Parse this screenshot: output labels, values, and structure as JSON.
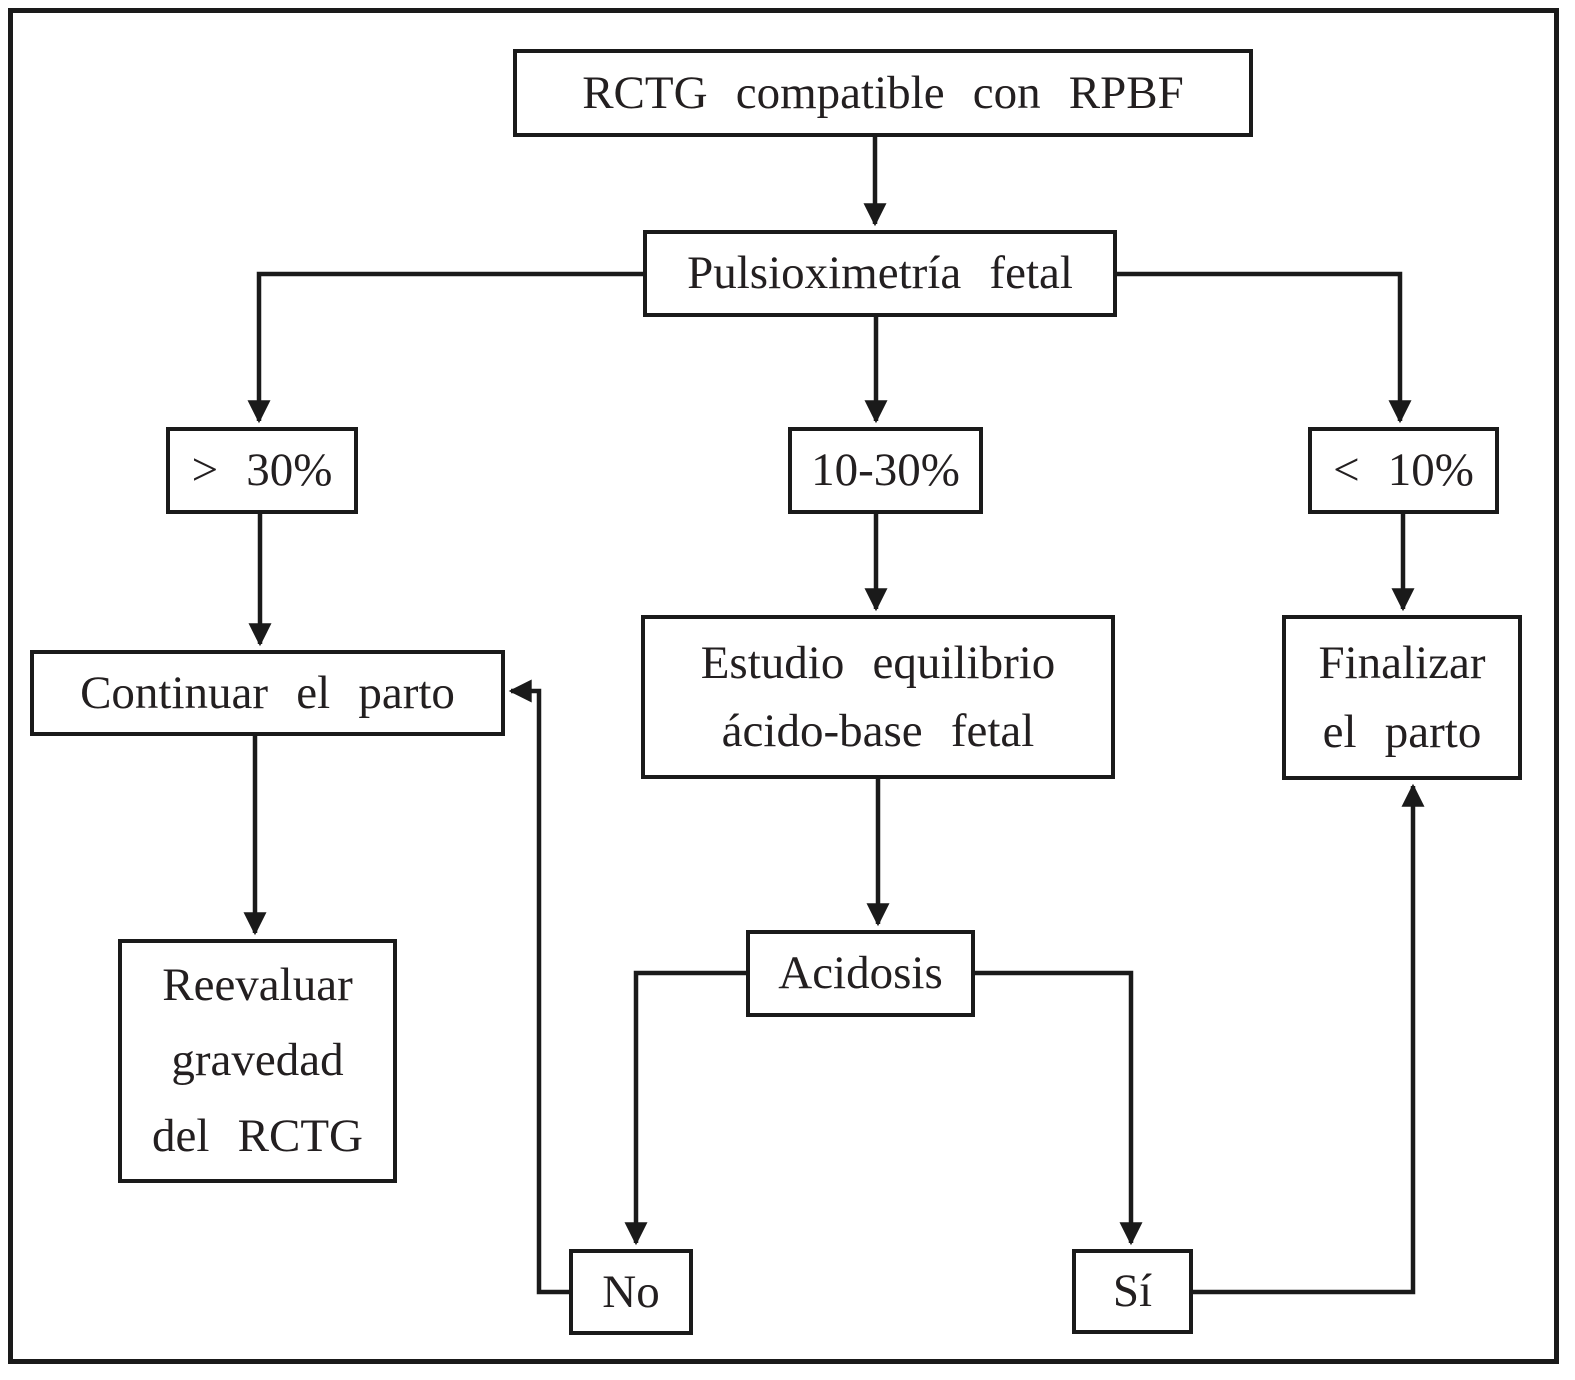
{
  "diagram": {
    "nodes": {
      "rctg": {
        "label": "RCTG compatible con RPBF"
      },
      "pulsi": {
        "label": "Pulsioximetría fetal"
      },
      "gt30": {
        "label": "> 30%"
      },
      "mid1030": {
        "label": "10-30%"
      },
      "lt10": {
        "label": "< 10%"
      },
      "continuar": {
        "label": "Continuar el parto"
      },
      "estudio": {
        "lines": [
          "Estudio equilibrio",
          "ácido-base fetal"
        ]
      },
      "finalizar": {
        "lines": [
          "Finalizar",
          "el parto"
        ]
      },
      "reevaluar": {
        "lines": [
          "Reevaluar",
          "gravedad",
          "del RCTG"
        ]
      },
      "acidosis": {
        "label": "Acidosis"
      },
      "no": {
        "label": "No"
      },
      "si": {
        "label": "Sí"
      }
    },
    "edges": [
      {
        "from": "rctg",
        "to": "pulsi"
      },
      {
        "from": "pulsi",
        "to": "gt30"
      },
      {
        "from": "pulsi",
        "to": "mid1030"
      },
      {
        "from": "pulsi",
        "to": "lt10"
      },
      {
        "from": "gt30",
        "to": "continuar"
      },
      {
        "from": "mid1030",
        "to": "estudio"
      },
      {
        "from": "lt10",
        "to": "finalizar"
      },
      {
        "from": "continuar",
        "to": "reevaluar"
      },
      {
        "from": "estudio",
        "to": "acidosis"
      },
      {
        "from": "acidosis",
        "to": "no"
      },
      {
        "from": "acidosis",
        "to": "si"
      },
      {
        "from": "no",
        "to": "continuar"
      },
      {
        "from": "si",
        "to": "finalizar"
      }
    ],
    "colors": {
      "line": "#1a1a1a",
      "box_background": "#ffffff",
      "text": "#231f20"
    }
  }
}
